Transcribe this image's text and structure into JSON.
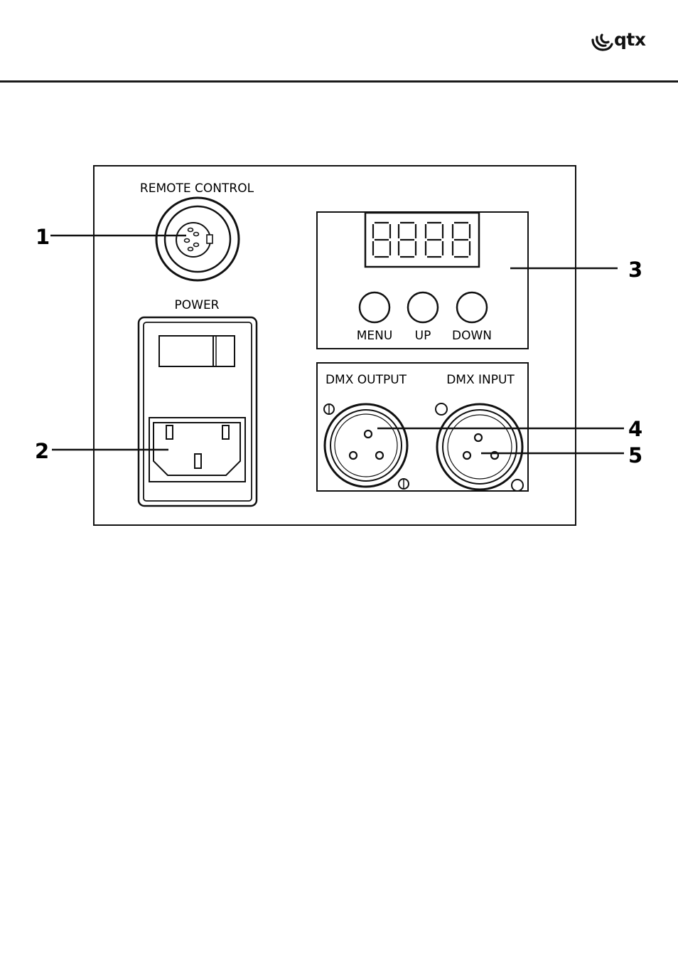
{
  "header": {
    "brand": "qtx",
    "logo_icon": "qtx-wave-logo"
  },
  "panel": {
    "remote_control_label": "REMOTE CONTROL",
    "power_label": "POWER",
    "display_digits": "8888",
    "buttons": [
      "MENU",
      "UP",
      "DOWN"
    ],
    "dmx_output_label": "DMX OUTPUT",
    "dmx_input_label": "DMX INPUT"
  },
  "callouts": [
    "1",
    "2",
    "3",
    "4",
    "5"
  ]
}
